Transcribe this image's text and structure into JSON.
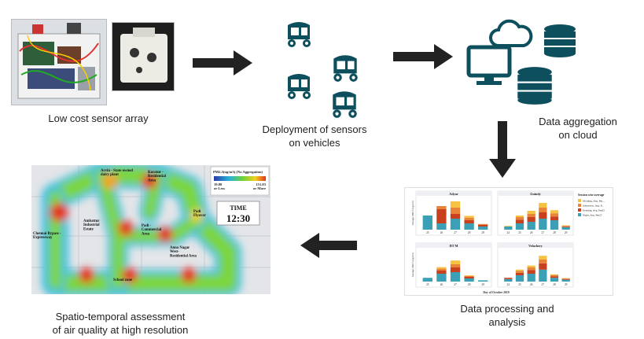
{
  "stages": {
    "sensor": {
      "caption": "Low cost sensor array"
    },
    "deploy": {
      "caption": "Deployment of sensors\non vehicles"
    },
    "cloud": {
      "caption": "Data aggregation\non cloud"
    },
    "processing": {
      "caption": "Data processing and\nanalysis"
    },
    "assessment": {
      "caption": "Spatio-temporal assessment\nof air quality at high resolution"
    }
  },
  "icons": {
    "vehicle": "auto-rickshaw-icon",
    "computer": "monitor-icon",
    "cloud": "cloud-sync-icon",
    "database": "database-icon",
    "arrow": "arrow-right-icon"
  },
  "colors": {
    "teal": "#0e4f5e",
    "arrow": "#222222",
    "morning": "#f5c242",
    "afternoon": "#e8833a",
    "evening": "#c9401f",
    "night": "#3b9fb5"
  },
  "heatmap": {
    "legend_title": "PM2.5(ug/m3) (No Aggregation)",
    "legend_min": "19.80\nor Less",
    "legend_max": "151.83\nor More",
    "time_label": "TIME",
    "time_value": "12:30",
    "places": [
      "Arvin - State owned\ndairy plant",
      "Koratur -\nResidential\nArea",
      "Padi\nFlyover",
      "Ambattur\nIndustrial\nEstate",
      "Padi -\nCommercial\nArea",
      "Chennai Bypass -\nExpressway",
      "Anna Nagar\nWest-\nResidential Area",
      "School zone"
    ]
  },
  "chart_data": {
    "type": "bar",
    "panels": [
      {
        "title": "Adyar"
      },
      {
        "title": "Guindy"
      },
      {
        "title": "IIT M"
      },
      {
        "title": "Velachery"
      }
    ],
    "ylabel": "Average PM2.5 (ug/m3)",
    "xlabel": "Day of October 2019",
    "categories_left": [
      "25",
      "26",
      "27",
      "28",
      "29"
    ],
    "categories_right": [
      "24",
      "25",
      "26",
      "27",
      "28",
      "29"
    ],
    "legend_title": "Session wise average",
    "legend": [
      "Morning, Avg. Pm...",
      "Afternoon, Avg. P...",
      "Evening, Avg. Pm25",
      "Night, Avg. Pm25"
    ]
  }
}
